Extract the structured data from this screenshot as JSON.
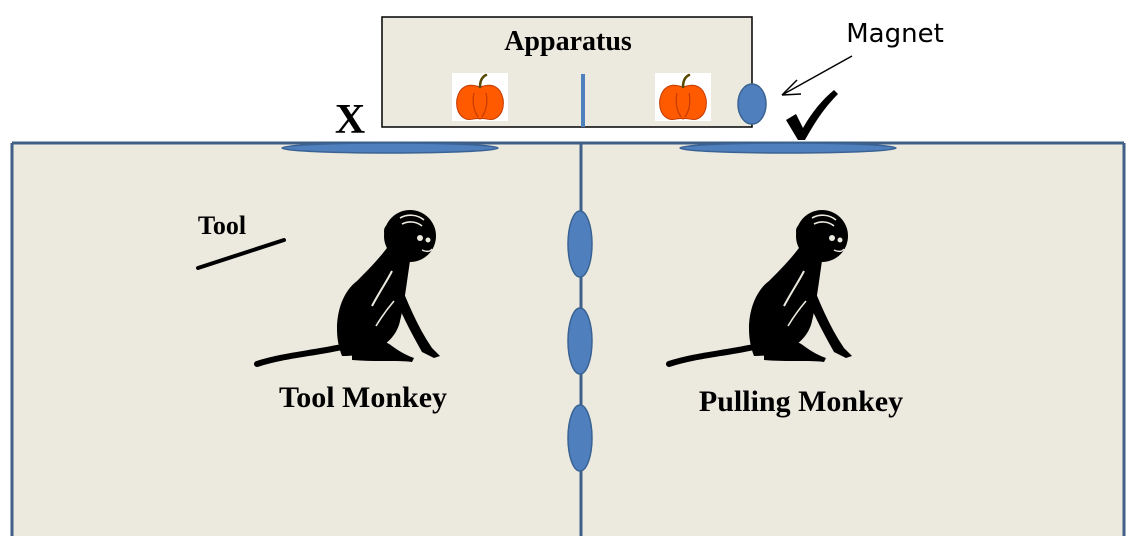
{
  "labels": {
    "apparatus": "Apparatus",
    "magnet": "Magnet",
    "x_mark": "X",
    "tool": "Tool",
    "tool_monkey": "Tool Monkey",
    "pulling_monkey": "Pulling Monkey"
  },
  "icons": {
    "check": "check-mark-icon",
    "fruit": "apple-icon",
    "monkey": "monkey-icon"
  },
  "colors": {
    "room_fill": "#ece9df",
    "room_border": "#3f5f87",
    "door_fill": "#4f7fbd",
    "door_stroke": "#3a6394",
    "apparatus_fill": "#ece9df",
    "fruit_fill": "#ff5a00",
    "ink": "#000000"
  }
}
